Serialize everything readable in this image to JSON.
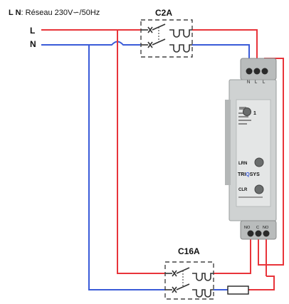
{
  "header": {
    "prefix": "L N",
    "text": ": Réseau 230V∽/50Hz"
  },
  "lines": {
    "live": "L",
    "neutral": "N"
  },
  "breakers": {
    "top": "C2A",
    "bottom": "C16A"
  },
  "terminals": {
    "top": [
      "N",
      "L",
      "L"
    ],
    "bottom": [
      "NO",
      "C",
      "NO"
    ]
  },
  "module": {
    "channel": "1",
    "learn_label": "LRN",
    "clear_label": "CLR",
    "brand": "TRIQSYS",
    "brand_parts": [
      "TRI",
      "Q",
      "SYS"
    ]
  },
  "colors": {
    "live": "#e8343a",
    "neutral": "#3a5bd8",
    "breaker_border": "#444444",
    "module_body": "#cfd2d2"
  }
}
